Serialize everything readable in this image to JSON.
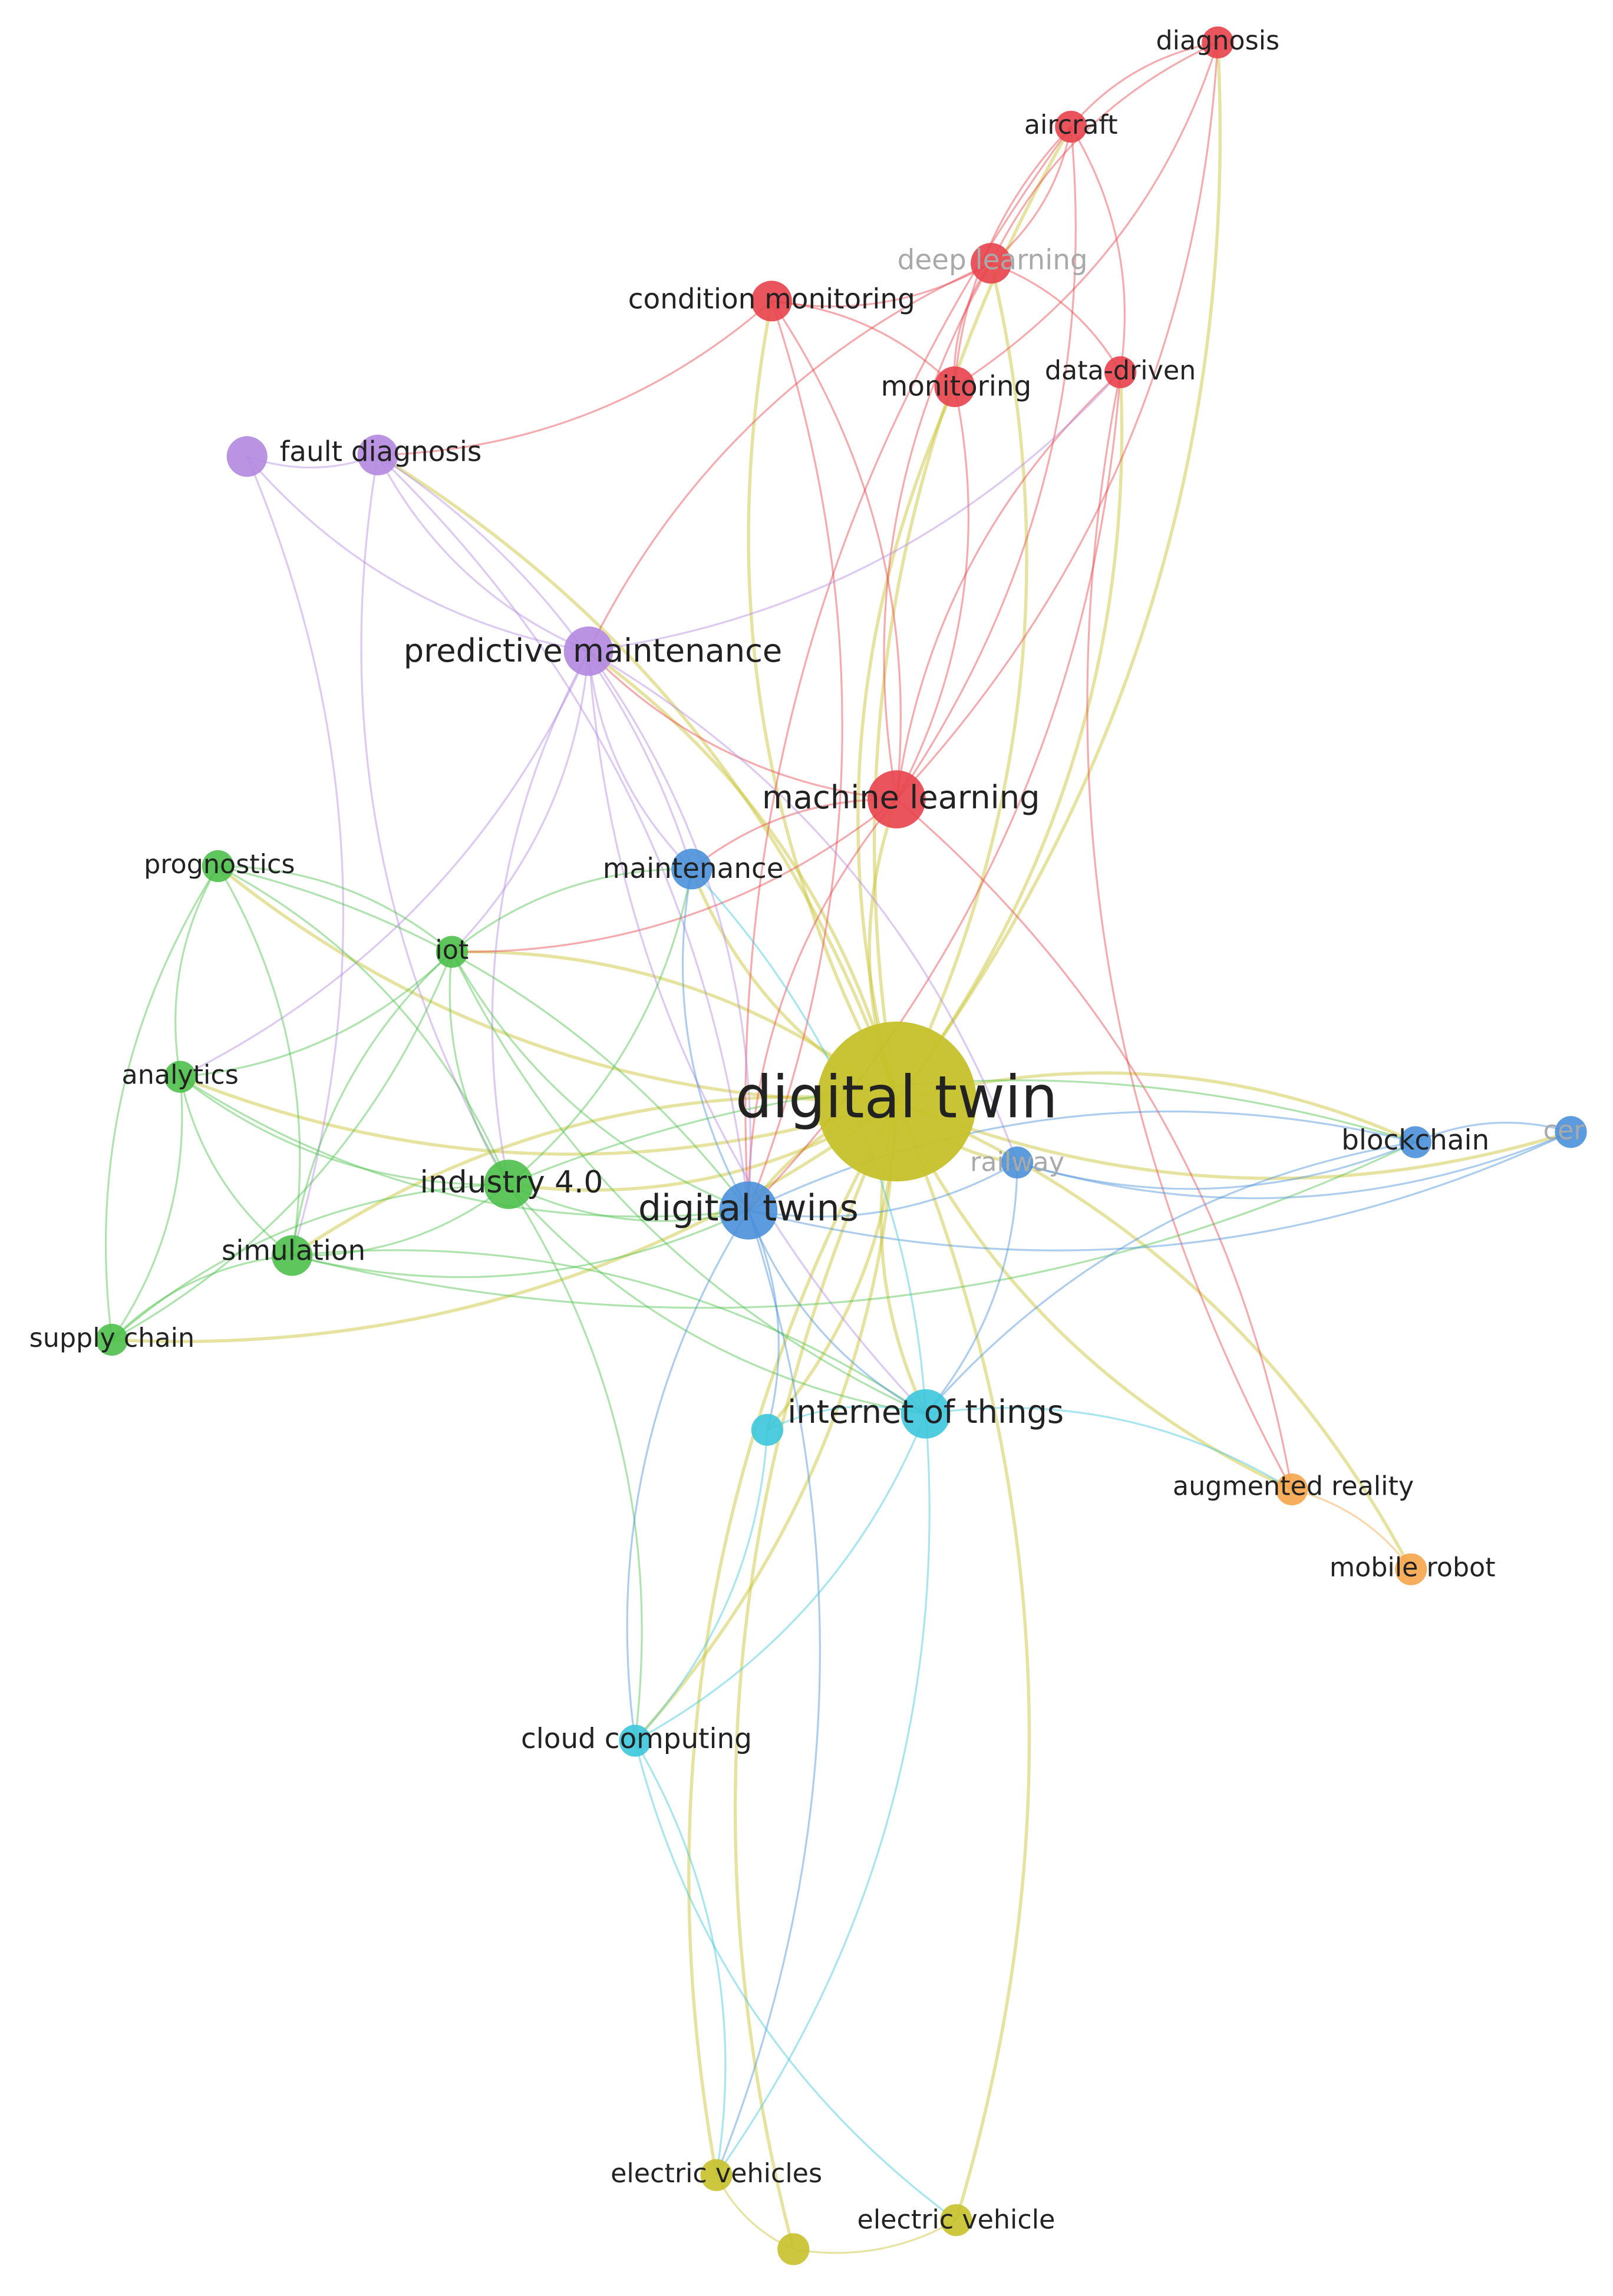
{
  "clusters": {
    "red": "#e8434b",
    "green": "#4cc04a",
    "blue": "#4a90d9",
    "yellow": "#c6c12a",
    "purple": "#b388e0",
    "cyan": "#3cc6dc",
    "orange": "#f5a44a"
  },
  "nodes": [
    {
      "id": "digital-twin",
      "label": "digital twin",
      "cluster": "yellow",
      "weight": 10
    },
    {
      "id": "digital-twins",
      "label": "digital twins",
      "cluster": "blue",
      "weight": 5
    },
    {
      "id": "machine-learning",
      "label": "machine learning",
      "cluster": "red",
      "weight": 5
    },
    {
      "id": "predictive-maintenance",
      "label": "predictive maintenance",
      "cluster": "purple",
      "weight": 4
    },
    {
      "id": "industry-4-0",
      "label": "industry 4.0",
      "cluster": "green",
      "weight": 4
    },
    {
      "id": "internet-of-things",
      "label": "internet of things",
      "cluster": "cyan",
      "weight": 4
    },
    {
      "id": "maintenance",
      "label": "maintenance",
      "cluster": "blue",
      "weight": 3
    },
    {
      "id": "fault-diagnosis",
      "label": "fault diagnosis",
      "cluster": "purple",
      "weight": 3
    },
    {
      "id": "fault-diagnosis-2",
      "label": "",
      "cluster": "purple",
      "weight": 3
    },
    {
      "id": "condition-monitoring",
      "label": "condition monitoring",
      "cluster": "red",
      "weight": 3
    },
    {
      "id": "deep-learning",
      "label": "deep learning",
      "cluster": "red",
      "weight": 3,
      "dim": true
    },
    {
      "id": "monitoring",
      "label": "monitoring",
      "cluster": "red",
      "weight": 3
    },
    {
      "id": "data-driven",
      "label": "data-driven",
      "cluster": "red",
      "weight": 2
    },
    {
      "id": "aircraft",
      "label": "aircraft",
      "cluster": "red",
      "weight": 2
    },
    {
      "id": "diagnosis",
      "label": "diagnosis",
      "cluster": "red",
      "weight": 2
    },
    {
      "id": "prognostics",
      "label": "prognostics",
      "cluster": "green",
      "weight": 2
    },
    {
      "id": "iot",
      "label": "iot",
      "cluster": "green",
      "weight": 2
    },
    {
      "id": "analytics",
      "label": "analytics",
      "cluster": "green",
      "weight": 2
    },
    {
      "id": "simulation",
      "label": "simulation",
      "cluster": "green",
      "weight": 3
    },
    {
      "id": "supply-chain",
      "label": "supply chain",
      "cluster": "green",
      "weight": 2
    },
    {
      "id": "railway",
      "label": "railway",
      "cluster": "blue",
      "weight": 2,
      "dim": true
    },
    {
      "id": "blockchain",
      "label": "blockchain",
      "cluster": "blue",
      "weight": 2
    },
    {
      "id": "cer",
      "label": "cer",
      "cluster": "blue",
      "weight": 2,
      "dim": true
    },
    {
      "id": "iot-small",
      "label": "",
      "cluster": "cyan",
      "weight": 2
    },
    {
      "id": "cloud-computing",
      "label": "cloud computing",
      "cluster": "cyan",
      "weight": 2
    },
    {
      "id": "augmented-reality",
      "label": "augmented reality",
      "cluster": "orange",
      "weight": 2
    },
    {
      "id": "mobile-robot",
      "label": "mobile robot",
      "cluster": "orange",
      "weight": 2
    },
    {
      "id": "electric-vehicles",
      "label": "electric vehicles",
      "cluster": "yellow",
      "weight": 2
    },
    {
      "id": "electric-vehicle",
      "label": "electric vehicle",
      "cluster": "yellow",
      "weight": 2
    },
    {
      "id": "ev-bottom",
      "label": "",
      "cluster": "yellow",
      "weight": 2
    }
  ],
  "links": [
    [
      "digital-twin",
      "digital-twins"
    ],
    [
      "digital-twin",
      "machine-learning"
    ],
    [
      "digital-twin",
      "predictive-maintenance"
    ],
    [
      "digital-twin",
      "industry-4-0"
    ],
    [
      "digital-twin",
      "internet-of-things"
    ],
    [
      "digital-twin",
      "maintenance"
    ],
    [
      "digital-twin",
      "fault-diagnosis"
    ],
    [
      "digital-twin",
      "condition-monitoring"
    ],
    [
      "digital-twin",
      "deep-learning"
    ],
    [
      "digital-twin",
      "monitoring"
    ],
    [
      "digital-twin",
      "data-driven"
    ],
    [
      "digital-twin",
      "aircraft"
    ],
    [
      "digital-twin",
      "diagnosis"
    ],
    [
      "digital-twin",
      "prognostics"
    ],
    [
      "digital-twin",
      "iot"
    ],
    [
      "digital-twin",
      "analytics"
    ],
    [
      "digital-twin",
      "simulation"
    ],
    [
      "digital-twin",
      "supply-chain"
    ],
    [
      "digital-twin",
      "railway"
    ],
    [
      "digital-twin",
      "blockchain"
    ],
    [
      "digital-twin",
      "cer"
    ],
    [
      "digital-twin",
      "cloud-computing"
    ],
    [
      "digital-twin",
      "augmented-reality"
    ],
    [
      "digital-twin",
      "mobile-robot"
    ],
    [
      "digital-twin",
      "electric-vehicles"
    ],
    [
      "digital-twin",
      "electric-vehicle"
    ],
    [
      "digital-twin",
      "ev-bottom"
    ],
    [
      "digital-twin",
      "iot-small"
    ],
    [
      "machine-learning",
      "condition-monitoring"
    ],
    [
      "machine-learning",
      "deep-learning"
    ],
    [
      "machine-learning",
      "monitoring"
    ],
    [
      "machine-learning",
      "data-driven"
    ],
    [
      "machine-learning",
      "aircraft"
    ],
    [
      "machine-learning",
      "predictive-maintenance"
    ],
    [
      "machine-learning",
      "digital-twins"
    ],
    [
      "machine-learning",
      "augmented-reality"
    ],
    [
      "machine-learning",
      "maintenance"
    ],
    [
      "machine-learning",
      "iot"
    ],
    [
      "machine-learning",
      "diagnosis"
    ],
    [
      "monitoring",
      "aircraft"
    ],
    [
      "monitoring",
      "diagnosis"
    ],
    [
      "monitoring",
      "deep-learning"
    ],
    [
      "monitoring",
      "condition-monitoring"
    ],
    [
      "condition-monitoring",
      "fault-diagnosis"
    ],
    [
      "condition-monitoring",
      "deep-learning"
    ],
    [
      "condition-monitoring",
      "digital-twins"
    ],
    [
      "deep-learning",
      "aircraft"
    ],
    [
      "deep-learning",
      "diagnosis"
    ],
    [
      "deep-learning",
      "predictive-maintenance"
    ],
    [
      "deep-learning",
      "data-driven"
    ],
    [
      "data-driven",
      "aircraft"
    ],
    [
      "data-driven",
      "digital-twins"
    ],
    [
      "data-driven",
      "augmented-reality"
    ],
    [
      "aircraft",
      "diagnosis"
    ],
    [
      "aircraft",
      "digital-twins"
    ],
    [
      "fault-diagnosis",
      "fault-diagnosis-2"
    ],
    [
      "fault-diagnosis",
      "predictive-maintenance"
    ],
    [
      "fault-diagnosis",
      "digital-twins"
    ],
    [
      "fault-diagnosis",
      "industry-4-0"
    ],
    [
      "fault-diagnosis",
      "maintenance"
    ],
    [
      "fault-diagnosis-2",
      "predictive-maintenance"
    ],
    [
      "fault-diagnosis-2",
      "simulation"
    ],
    [
      "predictive-maintenance",
      "maintenance"
    ],
    [
      "predictive-maintenance",
      "digital-twins"
    ],
    [
      "predictive-maintenance",
      "industry-4-0"
    ],
    [
      "predictive-maintenance",
      "iot"
    ],
    [
      "predictive-maintenance",
      "internet-of-things"
    ],
    [
      "predictive-maintenance",
      "analytics"
    ],
    [
      "predictive-maintenance",
      "data-driven"
    ],
    [
      "predictive-maintenance",
      "railway"
    ],
    [
      "industry-4-0",
      "digital-twins"
    ],
    [
      "industry-4-0",
      "iot"
    ],
    [
      "industry-4-0",
      "prognostics"
    ],
    [
      "industry-4-0",
      "simulation"
    ],
    [
      "industry-4-0",
      "supply-chain"
    ],
    [
      "industry-4-0",
      "analytics"
    ],
    [
      "industry-4-0",
      "internet-of-things"
    ],
    [
      "industry-4-0",
      "cloud-computing"
    ],
    [
      "industry-4-0",
      "maintenance"
    ],
    [
      "industry-4-0",
      "blockchain"
    ],
    [
      "simulation",
      "supply-chain"
    ],
    [
      "simulation",
      "analytics"
    ],
    [
      "simulation",
      "digital-twins"
    ],
    [
      "simulation",
      "iot"
    ],
    [
      "simulation",
      "prognostics"
    ],
    [
      "simulation",
      "internet-of-things"
    ],
    [
      "simulation",
      "blockchain"
    ],
    [
      "analytics",
      "prognostics"
    ],
    [
      "analytics",
      "iot"
    ],
    [
      "analytics",
      "supply-chain"
    ],
    [
      "analytics",
      "digital-twins"
    ],
    [
      "prognostics",
      "iot"
    ],
    [
      "prognostics",
      "supply-chain"
    ],
    [
      "prognostics",
      "digital-twins"
    ],
    [
      "iot",
      "digital-twins"
    ],
    [
      "iot",
      "maintenance"
    ],
    [
      "iot",
      "internet-of-things"
    ],
    [
      "iot",
      "supply-chain"
    ],
    [
      "digital-twins",
      "internet-of-things"
    ],
    [
      "digital-twins",
      "maintenance"
    ],
    [
      "digital-twins",
      "railway"
    ],
    [
      "digital-twins",
      "blockchain"
    ],
    [
      "digital-twins",
      "cer"
    ],
    [
      "digital-twins",
      "iot-small"
    ],
    [
      "digital-twins",
      "cloud-computing"
    ],
    [
      "digital-twins",
      "electric-vehicles"
    ],
    [
      "railway",
      "blockchain"
    ],
    [
      "railway",
      "internet-of-things"
    ],
    [
      "railway",
      "cer"
    ],
    [
      "blockchain",
      "cer"
    ],
    [
      "blockchain",
      "internet-of-things"
    ],
    [
      "internet-of-things",
      "cloud-computing"
    ],
    [
      "internet-of-things",
      "iot-small"
    ],
    [
      "internet-of-things",
      "augmented-reality"
    ],
    [
      "internet-of-things",
      "maintenance"
    ],
    [
      "internet-of-things",
      "electric-vehicles"
    ],
    [
      "cloud-computing",
      "iot-small"
    ],
    [
      "cloud-computing",
      "electric-vehicles"
    ],
    [
      "cloud-computing",
      "electric-vehicle"
    ],
    [
      "augmented-reality",
      "mobile-robot"
    ],
    [
      "electric-vehicles",
      "ev-bottom"
    ],
    [
      "electric-vehicle",
      "ev-bottom"
    ]
  ]
}
